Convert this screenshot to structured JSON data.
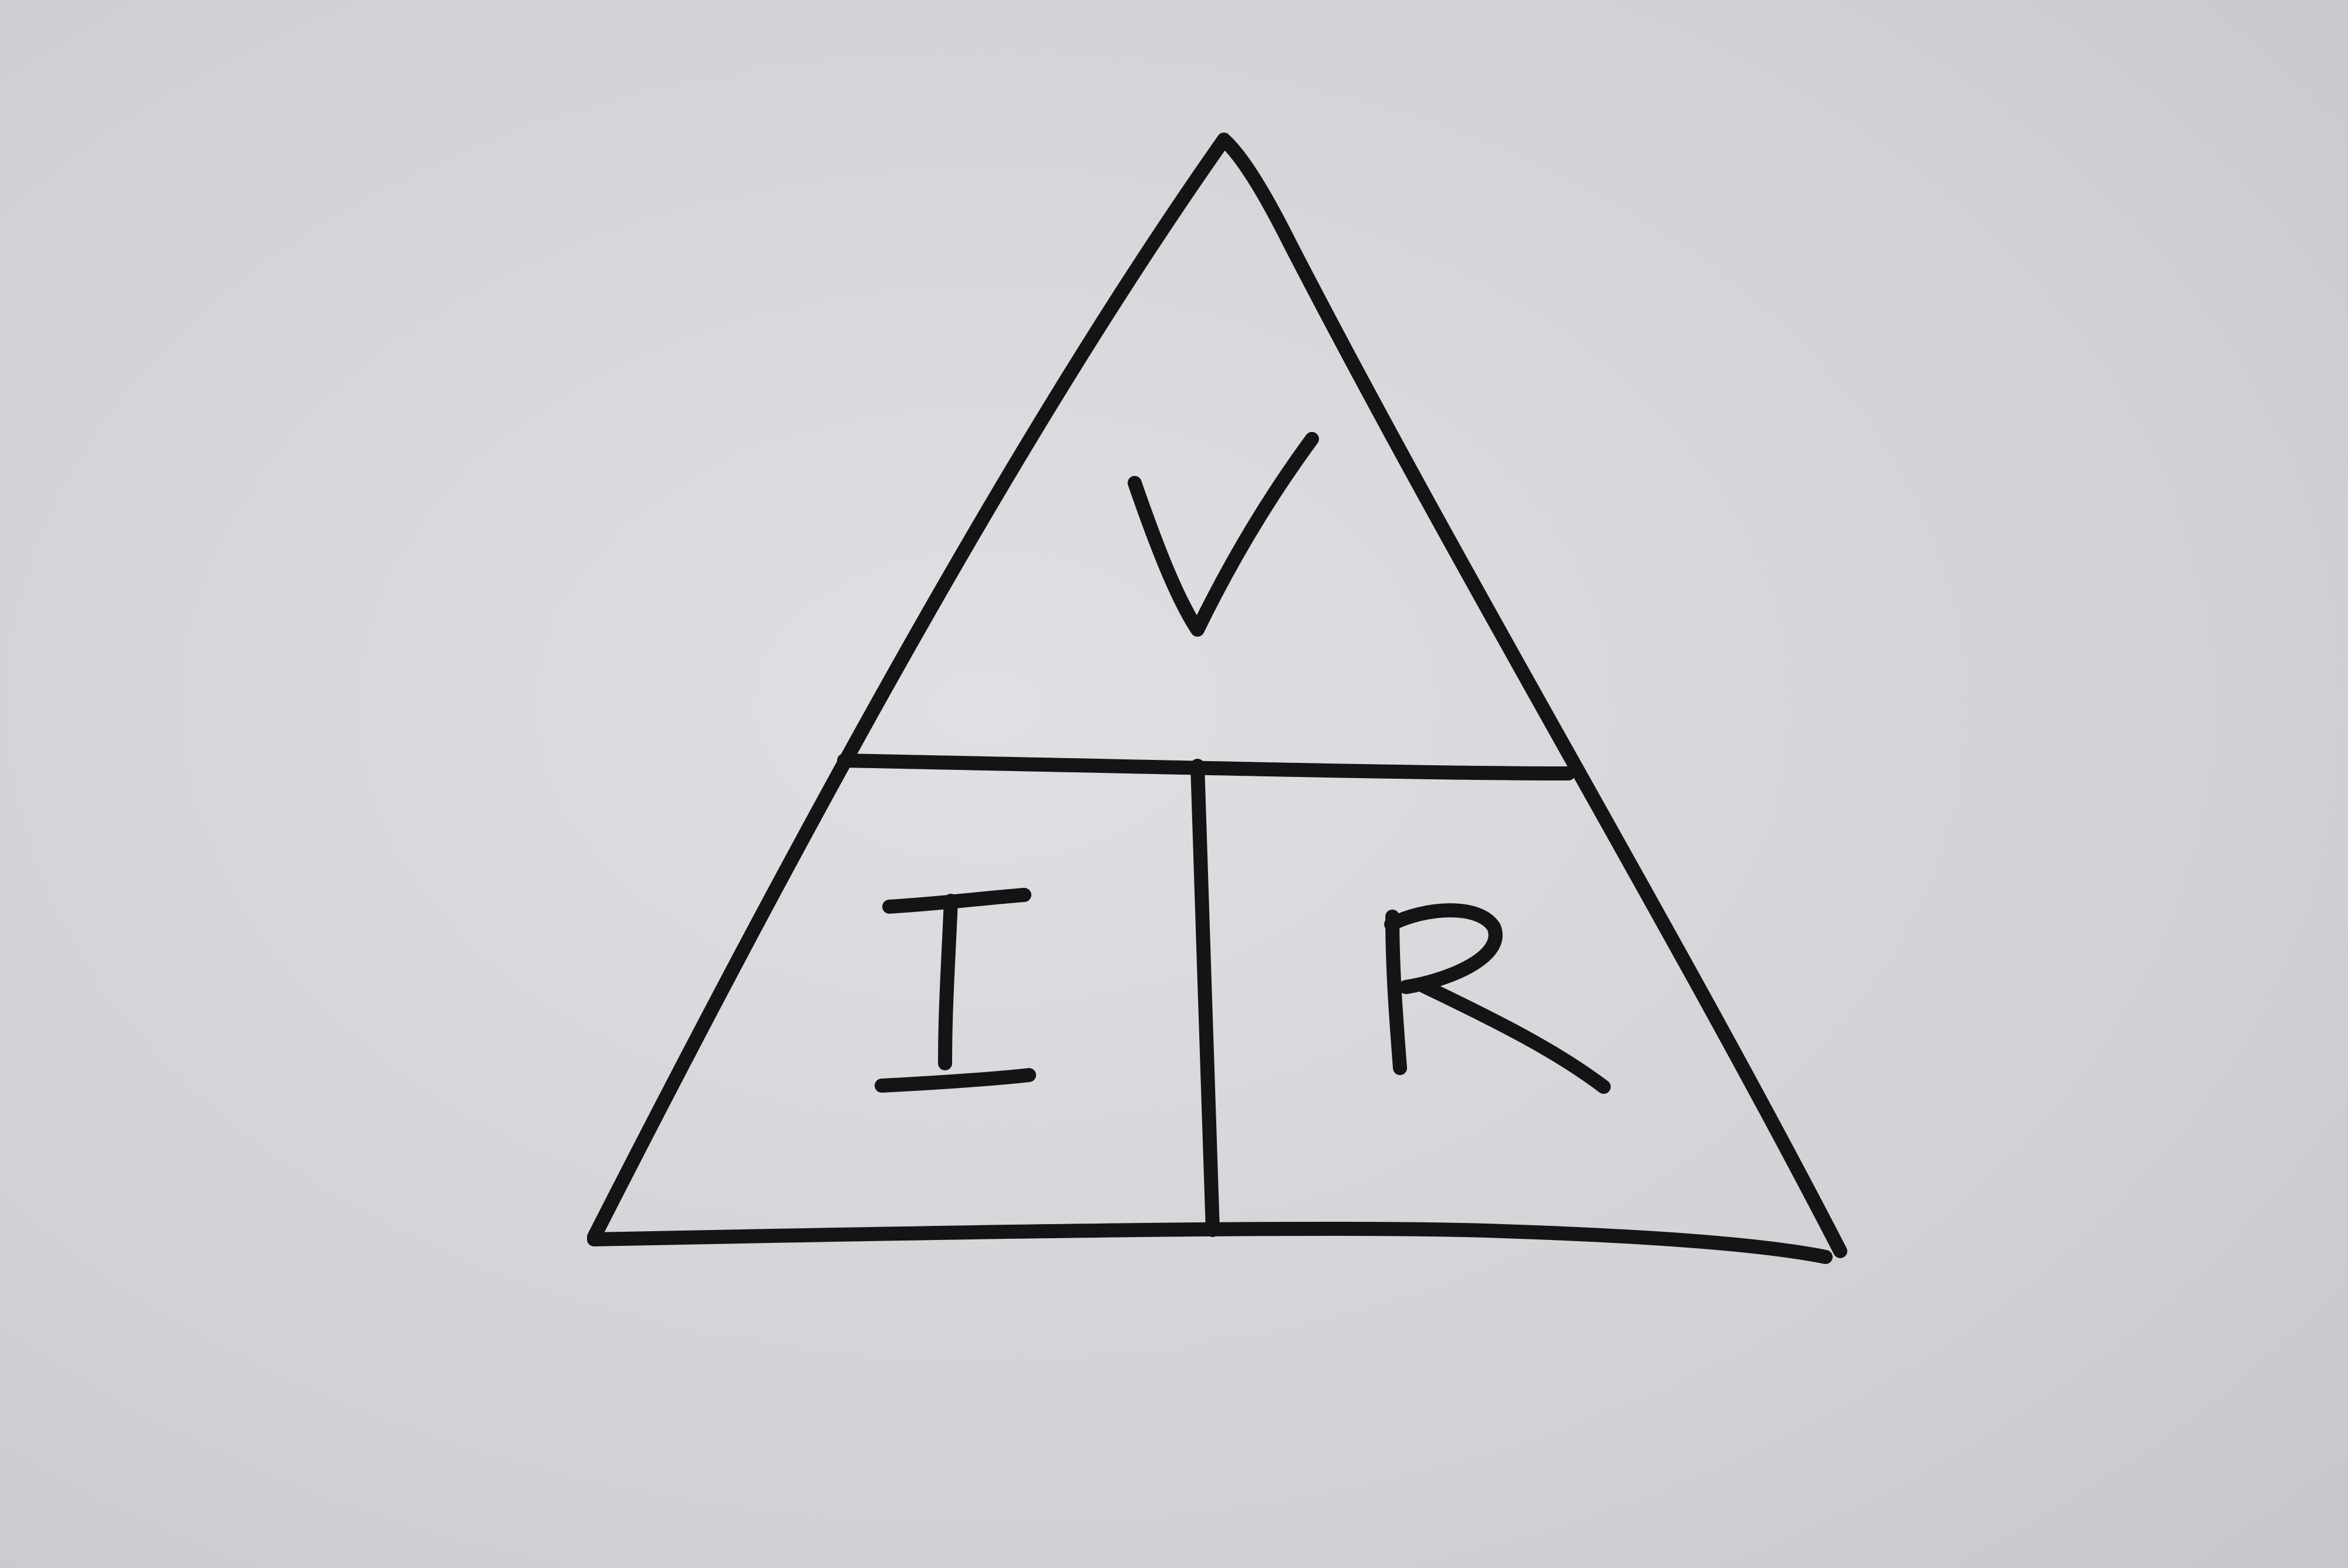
{
  "diagram": {
    "type": "formula-triangle",
    "top_symbol": "V",
    "bottom_left_symbol": "I",
    "bottom_right_symbol": "R"
  },
  "colors": {
    "paper_light": "#dfe0e4",
    "paper_mid": "#d0d2d6",
    "paper_dark": "#c3c5ca",
    "ink": "#141414"
  }
}
